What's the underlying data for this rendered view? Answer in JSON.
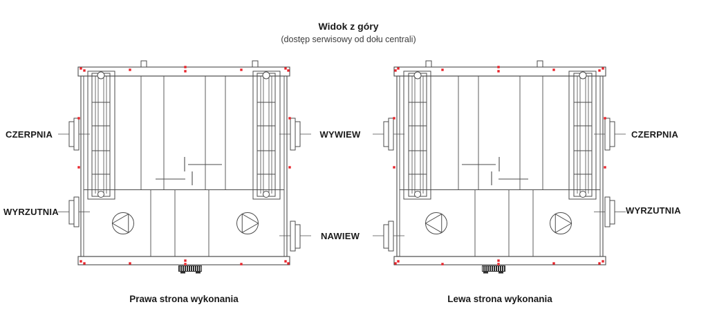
{
  "header": {
    "title": "Widok z góry",
    "subtitle": "(dostęp serwisowy od dołu centrali)"
  },
  "left_unit": {
    "caption": "Prawa strona wykonania",
    "port_left_top": "CZERPNIA",
    "port_left_bottom": "WYRZUTNIA"
  },
  "shared_ports": {
    "top": "WYWIEW",
    "bottom": "NAWIEW"
  },
  "right_unit": {
    "caption": "Lewa strona wykonania",
    "port_right_top": "CZERPNIA",
    "port_right_bottom": "WYRZUTNIA"
  },
  "icons": {
    "fan": "fan-impeller-icon",
    "filter_rack": "filter-rack-icon",
    "duct_flange": "duct-flange-icon",
    "terminal_block": "terminal-block-icon",
    "fixing_marker": "red-fixing-point-marker"
  },
  "colors": {
    "line": "#4a4a4a",
    "text": "#1a1a1a",
    "marker": "#e8232a"
  }
}
